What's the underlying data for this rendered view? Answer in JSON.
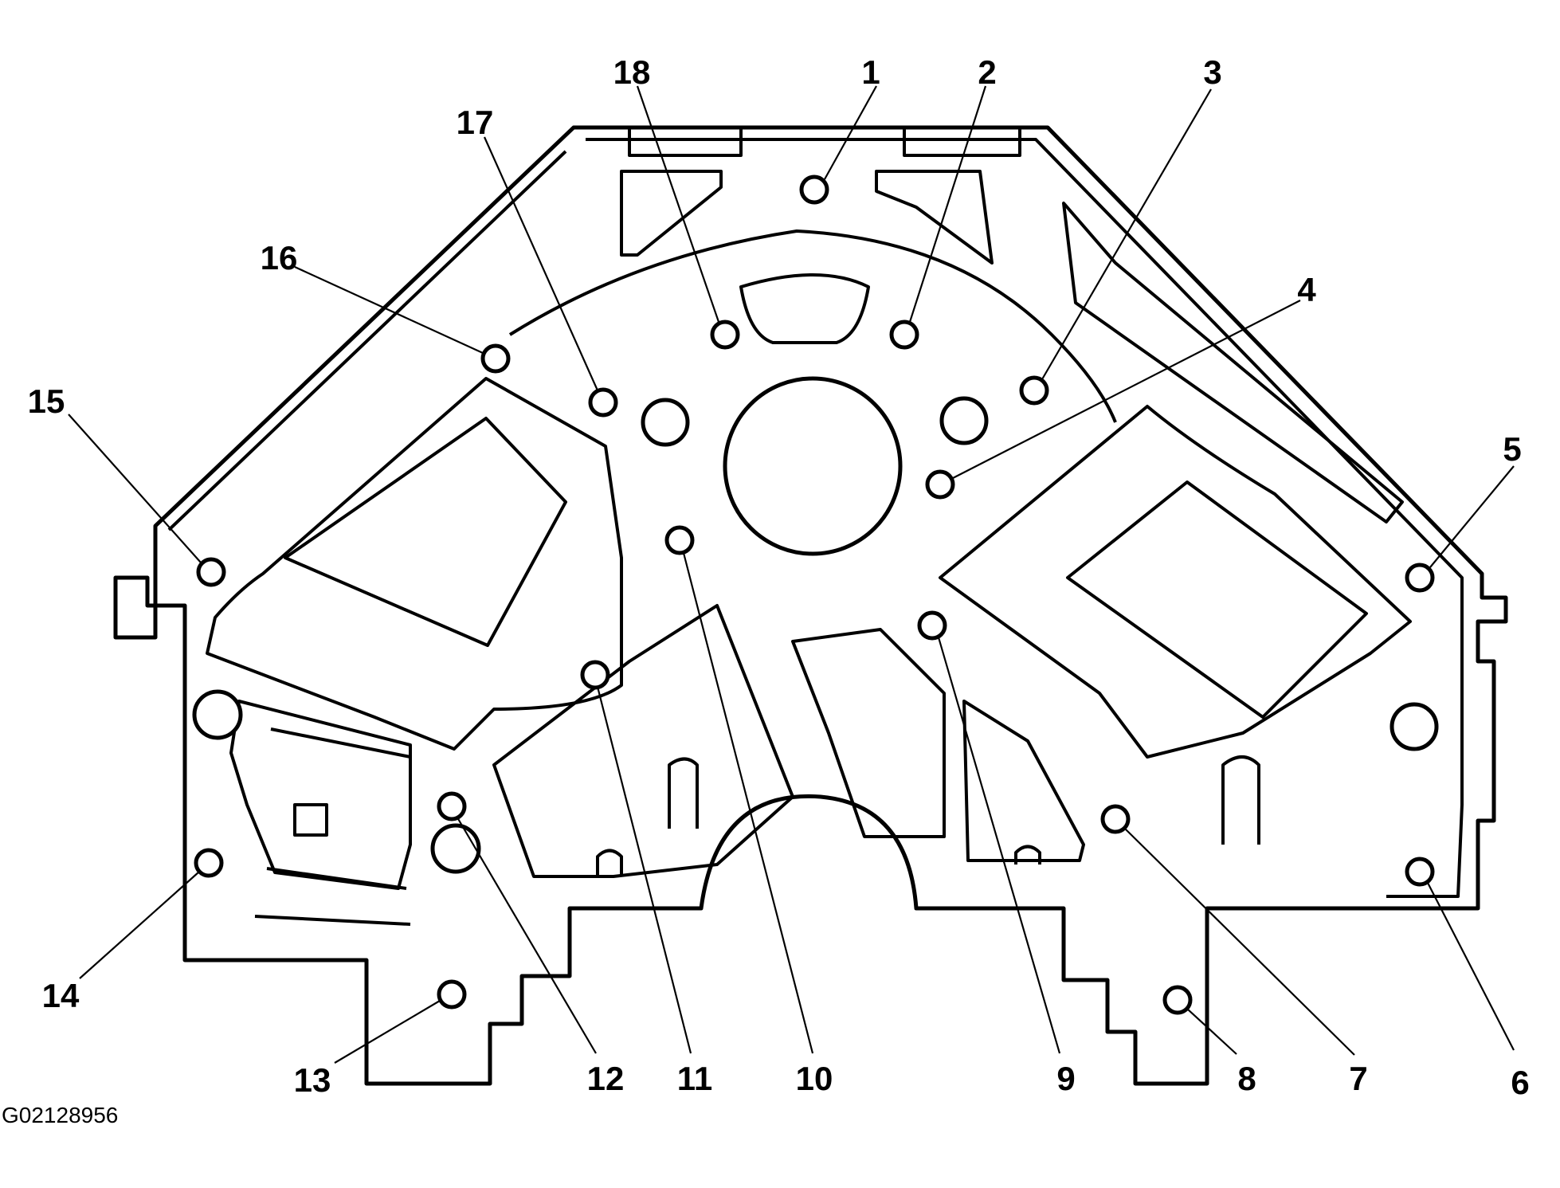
{
  "figure": {
    "id_label": "G02128956",
    "line_color": "#000000",
    "background": "#ffffff"
  },
  "callouts": [
    {
      "label": "1"
    },
    {
      "label": "2"
    },
    {
      "label": "3"
    },
    {
      "label": "4"
    },
    {
      "label": "5"
    },
    {
      "label": "6"
    },
    {
      "label": "7"
    },
    {
      "label": "8"
    },
    {
      "label": "9"
    },
    {
      "label": "10"
    },
    {
      "label": "11"
    },
    {
      "label": "12"
    },
    {
      "label": "13"
    },
    {
      "label": "14"
    },
    {
      "label": "15"
    },
    {
      "label": "16"
    },
    {
      "label": "17"
    },
    {
      "label": "18"
    }
  ]
}
